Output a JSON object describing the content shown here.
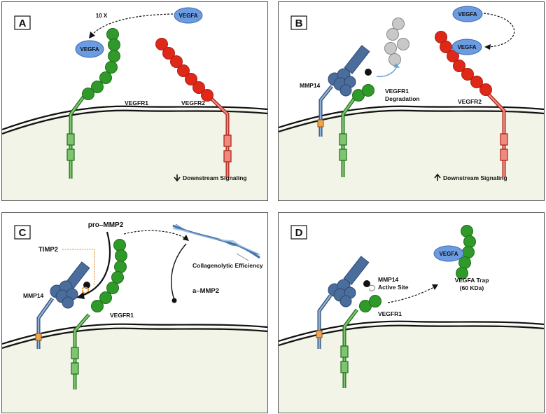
{
  "colors": {
    "vegfr1_green": "#2f9a2a",
    "vegfr2_red": "#e02818",
    "mmp14_blue": "#4a6d9c",
    "vegfa_blue": "#6b9be0",
    "membrane_fill": "#f1f4e6",
    "degraded_gray": "#c8c8c8"
  },
  "panel_a": {
    "letter": "A",
    "vegfa_free": "VEGFA",
    "vegfa_bound": "VEGFA",
    "affinity_label": "10 X",
    "vegfr1_label": "VEGFR1",
    "vegfr2_label": "VEGFR2",
    "signaling_label": "Downstream Signaling",
    "signaling_arrow": "down-arrow"
  },
  "panel_b": {
    "letter": "B",
    "vegfa_free": "VEGFA",
    "vegfa_bound": "VEGFA",
    "mmp14_label": "MMP14",
    "degradation_label_1": "VEGFR1",
    "degradation_label_2": "Degradation",
    "vegfr2_label": "VEGFR2",
    "signaling_label": "Downstream Signaling",
    "signaling_arrow": "up-arrow"
  },
  "panel_c": {
    "letter": "C",
    "pro_mmp2_label": "pro–MMP2",
    "timp2_label": "TIMP2",
    "mmp14_label": "MMP14",
    "vegfr1_label": "VEGFR1",
    "collagen_label": "Collagenolytic Efficiency",
    "a_mmp2_label": "a–MMP2"
  },
  "panel_d": {
    "letter": "D",
    "vegfa_label": "VEGFA",
    "active_site_label_1": "MMP14",
    "active_site_label_2": "Active Site",
    "vegfr1_label": "VEGFR1",
    "trap_label_1": "VEGFA Trap",
    "trap_label_2": "(60 KDa)"
  }
}
